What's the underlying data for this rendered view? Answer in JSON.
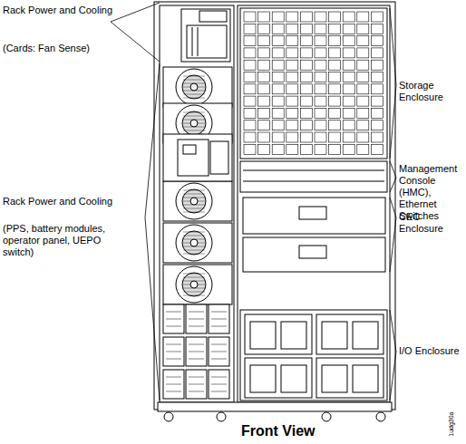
{
  "diagram": {
    "caption": "Front View",
    "labels": [
      "Rack Power and Cooling",
      "(Cards: Fan Sense)",
      "Rack Power and Cooling",
      "(PPS, battery modules, operator panel, UEPO switch)",
      "Storage Enclosure",
      "Management Console (HMC), Ethernet Switches",
      "CEC Enclosure",
      "I/O Enclosure",
      "1udg30a"
    ]
  }
}
